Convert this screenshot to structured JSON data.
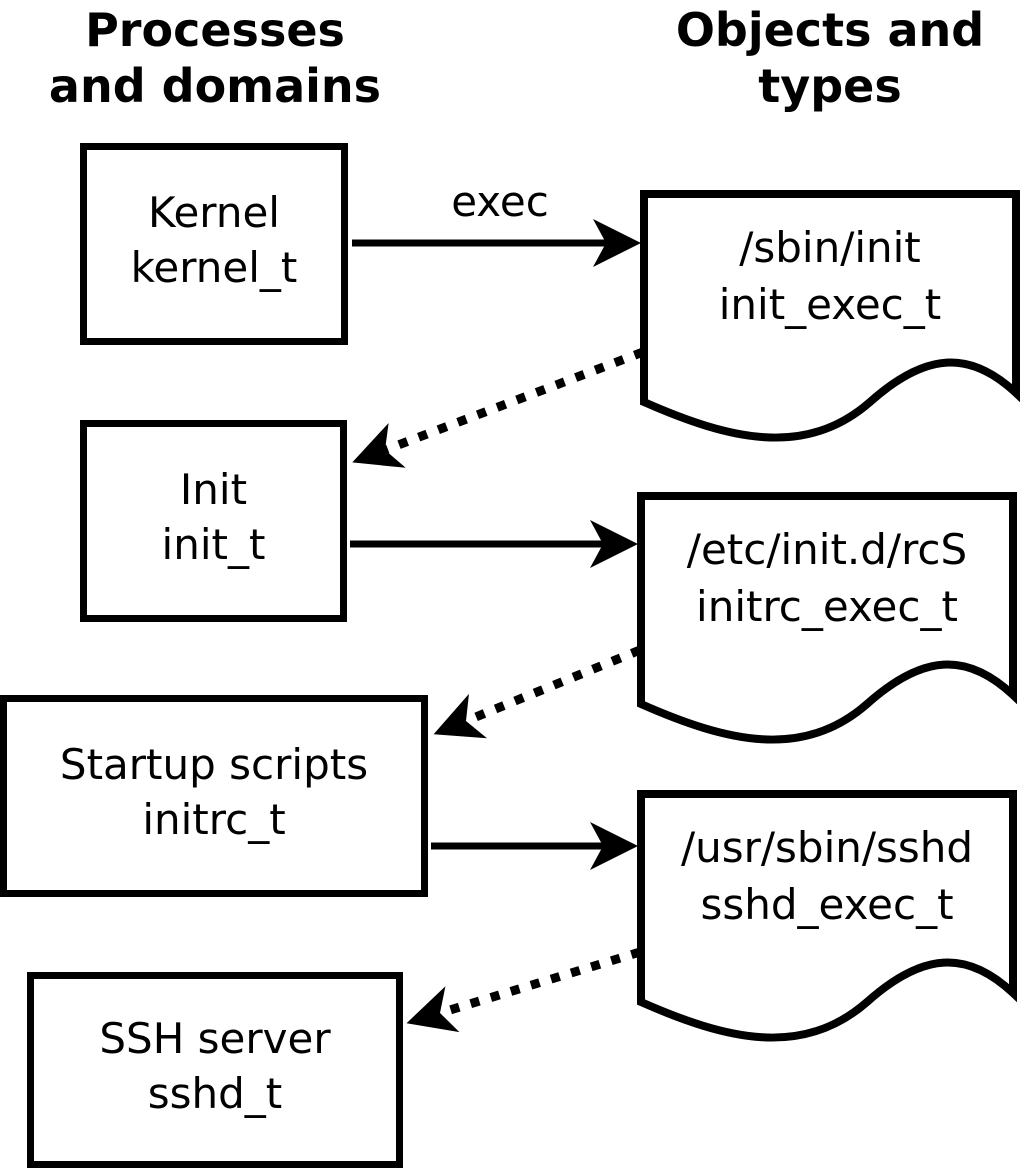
{
  "columns": {
    "left": {
      "line1": "Processes",
      "line2": "and domains"
    },
    "right": {
      "line1": "Objects and",
      "line2": "types"
    }
  },
  "nodes": [
    {
      "id": "kernel",
      "label": "Kernel",
      "type": "kernel_t"
    },
    {
      "id": "init",
      "label": "Init",
      "type": "init_t"
    },
    {
      "id": "initrc",
      "label": "Startup scripts",
      "type": "initrc_t"
    },
    {
      "id": "sshd",
      "label": "SSH server",
      "type": "sshd_t"
    }
  ],
  "objects": [
    {
      "id": "init_exec",
      "path": "/sbin/init",
      "type": "init_exec_t"
    },
    {
      "id": "initrc_exec",
      "path": "/etc/init.d/rcS",
      "type": "initrc_exec_t"
    },
    {
      "id": "sshd_exec",
      "path": "/usr/sbin/sshd",
      "type": "sshd_exec_t"
    }
  ],
  "edges": [
    {
      "from": "kernel",
      "to": "init_exec",
      "style": "solid",
      "label": "exec"
    },
    {
      "from": "init_exec",
      "to": "init",
      "style": "dotted",
      "label": ""
    },
    {
      "from": "init",
      "to": "initrc_exec",
      "style": "solid",
      "label": ""
    },
    {
      "from": "initrc_exec",
      "to": "initrc",
      "style": "dotted",
      "label": ""
    },
    {
      "from": "initrc",
      "to": "sshd_exec",
      "style": "solid",
      "label": ""
    },
    {
      "from": "sshd_exec",
      "to": "sshd",
      "style": "dotted",
      "label": ""
    }
  ],
  "labels": {
    "exec": "exec"
  },
  "colors": {
    "foreground": "#000000",
    "background": "#ffffff"
  }
}
